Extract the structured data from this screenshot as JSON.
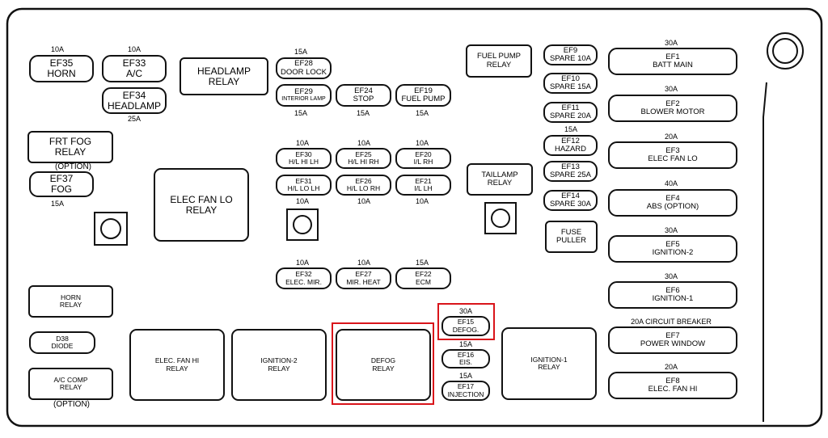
{
  "fuses_left": [
    {
      "id": "EF35",
      "name": "HORN",
      "rating": "10A"
    },
    {
      "id": "EF33",
      "name": "A/C",
      "rating": "10A"
    },
    {
      "id": "EF34",
      "name": "HEADLAMP",
      "rating": "25A"
    },
    {
      "id": "EF37",
      "name": "FOG",
      "rating": "15A"
    }
  ],
  "fuses_center": [
    {
      "id": "EF28",
      "name": "DOOR LOCK",
      "rating": "15A"
    },
    {
      "id": "EF29",
      "name": "INTERIOR LAMP",
      "rating": "15A"
    },
    {
      "id": "EF24",
      "name": "STOP",
      "rating": "15A"
    },
    {
      "id": "EF19",
      "name": "FUEL PUMP",
      "rating": "15A"
    },
    {
      "id": "EF30",
      "name": "H/L HI LH",
      "rating": "10A"
    },
    {
      "id": "EF25",
      "name": "H/L HI RH",
      "rating": "10A"
    },
    {
      "id": "EF20",
      "name": "I/L RH",
      "rating": "10A"
    },
    {
      "id": "EF31",
      "name": "H/L LO LH",
      "rating": "10A"
    },
    {
      "id": "EF26",
      "name": "H/L LO RH",
      "rating": "10A"
    },
    {
      "id": "EF21",
      "name": "I/L LH",
      "rating": "10A"
    },
    {
      "id": "EF32",
      "name": "ELEC. MIR.",
      "rating": "10A"
    },
    {
      "id": "EF27",
      "name": "MIR. HEAT",
      "rating": "10A"
    },
    {
      "id": "EF22",
      "name": "ECM",
      "rating": "15A"
    },
    {
      "id": "EF15",
      "name": "DEFOG.",
      "rating": "30A"
    },
    {
      "id": "EF16",
      "name": "EIS.",
      "rating": "15A"
    },
    {
      "id": "EF17",
      "name": "INJECTION",
      "rating": "15A"
    }
  ],
  "spares": [
    {
      "id": "EF9",
      "name": "SPARE 10A"
    },
    {
      "id": "EF10",
      "name": "SPARE 15A"
    },
    {
      "id": "EF11",
      "name": "SPARE 20A"
    },
    {
      "id": "EF12",
      "name": "HAZARD",
      "rating": "15A"
    },
    {
      "id": "EF13",
      "name": "SPARE 25A"
    },
    {
      "id": "EF14",
      "name": "SPARE 30A"
    }
  ],
  "fuses_right": [
    {
      "id": "EF1",
      "name": "BATT MAIN",
      "rating": "30A"
    },
    {
      "id": "EF2",
      "name": "BLOWER MOTOR",
      "rating": "30A"
    },
    {
      "id": "EF3",
      "name": "ELEC FAN LO",
      "rating": "20A"
    },
    {
      "id": "EF4",
      "name": "ABS (OPTION)",
      "rating": "40A"
    },
    {
      "id": "EF5",
      "name": "IGNITION-2",
      "rating": "30A"
    },
    {
      "id": "EF6",
      "name": "IGNITION-1",
      "rating": "30A"
    },
    {
      "id": "EF7",
      "name": "POWER WINDOW",
      "rating": "20A CIRCUIT BREAKER"
    },
    {
      "id": "EF8",
      "name": "ELEC. FAN HI",
      "rating": "20A"
    }
  ],
  "relays": {
    "headlamp": [
      "HEADLAMP",
      "RELAY"
    ],
    "frt_fog": [
      "FRT FOG",
      "RELAY"
    ],
    "frt_fog_option": "(OPTION)",
    "elec_fan_lo": [
      "ELEC FAN LO",
      "RELAY"
    ],
    "fuel_pump": [
      "FUEL PUMP",
      "RELAY"
    ],
    "taillamp": [
      "TAILLAMP",
      "RELAY"
    ],
    "fuse_puller": [
      "FUSE",
      "PULLER"
    ],
    "horn": [
      "HORN",
      "RELAY"
    ],
    "diode": [
      "D38",
      "DIODE"
    ],
    "ac_comp": [
      "A/C COMP",
      "RELAY"
    ],
    "ac_comp_option": "(OPTION)",
    "elec_fan_hi": [
      "ELEC. FAN HI",
      "RELAY"
    ],
    "ignition_2": [
      "IGNITION-2",
      "RELAY"
    ],
    "defog": [
      "DEFOG",
      "RELAY"
    ],
    "ignition_1": [
      "IGNITION-1",
      "RELAY"
    ]
  },
  "highlight_color": "#d9141a"
}
